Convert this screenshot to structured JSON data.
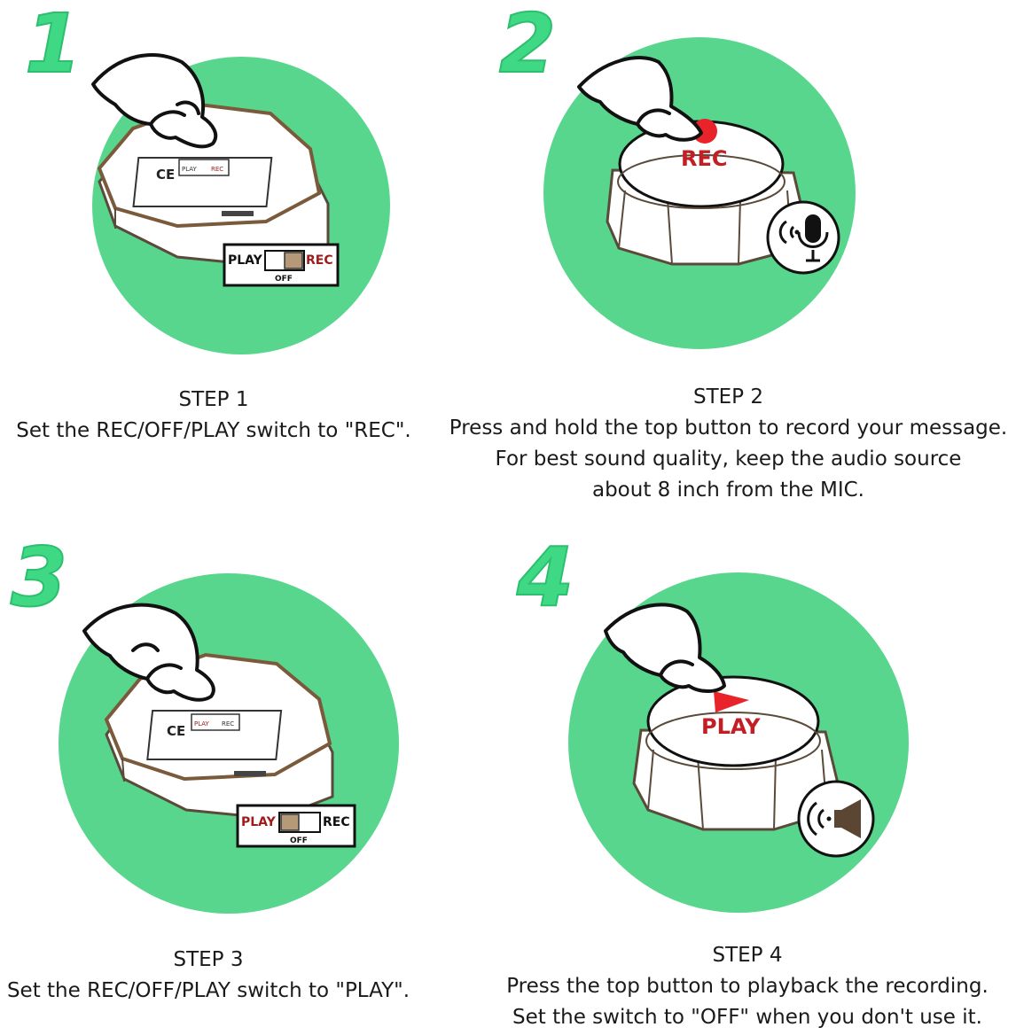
{
  "colors": {
    "circle": "#58d68d",
    "number": "#3fd985",
    "rec": "#e8232a",
    "play_label": "#a01c1c"
  },
  "steps": [
    {
      "number": "1",
      "title": "STEP 1",
      "lines": [
        "Set the REC/OFF/PLAY switch to \"REC\"."
      ],
      "switch": {
        "left": "PLAY",
        "right": "REC",
        "bottom": "OFF",
        "position": "REC"
      },
      "small_switch_text": [
        "PLAY",
        "REC"
      ],
      "cert_mark": "CE"
    },
    {
      "number": "2",
      "title": "STEP 2",
      "lines": [
        "Press and hold the top button to record your message.",
        "For best sound quality, keep the audio source",
        "about 8 inch from the MIC."
      ],
      "button_label": "REC",
      "icon": "microphone-icon"
    },
    {
      "number": "3",
      "title": "STEP 3",
      "lines": [
        "Set the REC/OFF/PLAY switch to \"PLAY\"."
      ],
      "switch": {
        "left": "PLAY",
        "right": "REC",
        "bottom": "OFF",
        "position": "PLAY"
      },
      "small_switch_text": [
        "PLAY",
        "REC"
      ],
      "cert_mark": "CE"
    },
    {
      "number": "4",
      "title": "STEP 4",
      "lines": [
        "Press the top button to playback the recording.",
        "Set the switch to \"OFF\" when you don't use it."
      ],
      "button_label": "PLAY",
      "icon": "speaker-icon"
    }
  ]
}
